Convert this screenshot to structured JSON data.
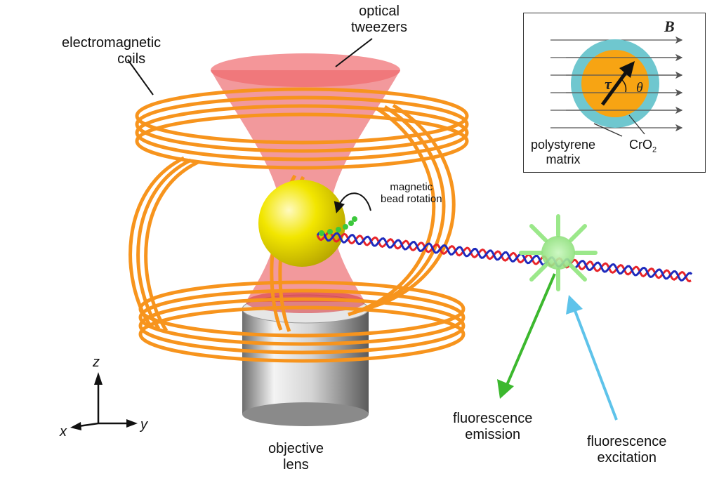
{
  "labels": {
    "optical_tweezers_1": "optical",
    "optical_tweezers_2": "tweezers",
    "coils_1": "electromagnetic",
    "coils_2": "coils",
    "rotation_1": "magnetic",
    "rotation_2": "bead rotation",
    "objective_1": "objective",
    "objective_2": "lens",
    "emission_1": "fluorescence",
    "emission_2": "emission",
    "excitation_1": "fluorescence",
    "excitation_2": "excitation"
  },
  "inset": {
    "field_symbol": "B",
    "torque_symbol": "τ",
    "angle_symbol": "θ",
    "matrix_1": "polystyrene",
    "matrix_2": "matrix",
    "core_label": "CrO",
    "core_subscript": "2"
  },
  "axes": {
    "z": "z",
    "y": "y",
    "x": "x"
  },
  "colors": {
    "coil": "#f7941d",
    "beam": "#e8454a",
    "bead": "#f2e600",
    "lens": "#b8b8b8",
    "dna_red": "#e8252a",
    "dna_blue": "#1e2bbd",
    "fluor": "#9be88a",
    "emission_arrow": "#3cb82e",
    "excitation_arrow": "#5ec3ea",
    "inset_shell": "#6fc7cf",
    "inset_core": "#f7a413"
  }
}
